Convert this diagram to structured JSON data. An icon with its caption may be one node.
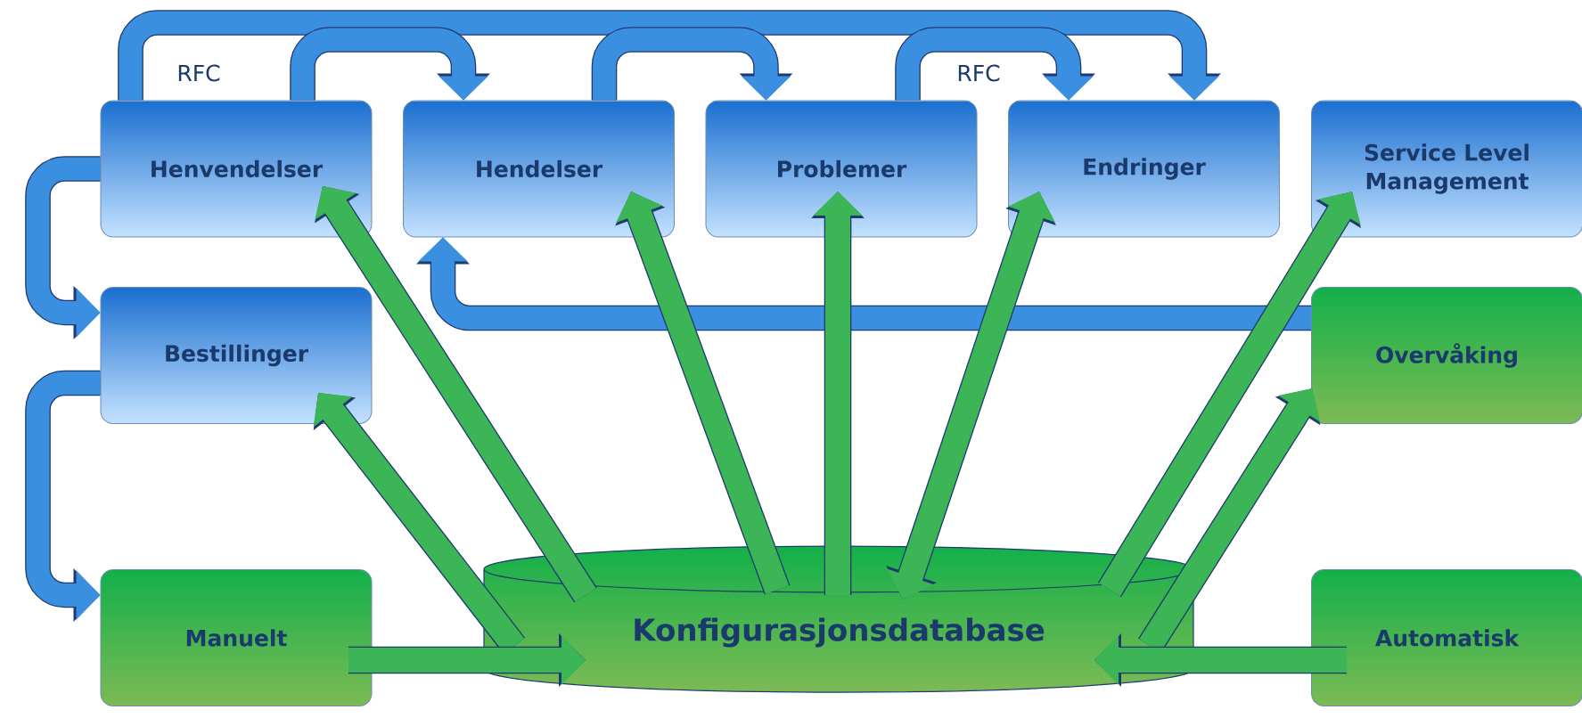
{
  "diagram": {
    "nodes": [
      {
        "text": [
          "Henvendelser"
        ]
      },
      {
        "text": [
          "Hendelser"
        ]
      },
      {
        "text": [
          "Problemer"
        ]
      },
      {
        "text": [
          "Endringer"
        ]
      },
      {
        "text": [
          "Service Level Management"
        ]
      },
      {
        "text": [
          "Bestillinger"
        ]
      },
      {
        "text": [
          "Overvåking"
        ]
      },
      {
        "text": [
          "Manuelt"
        ]
      },
      {
        "text": [
          "Konfigurasjonsdatabase"
        ]
      },
      {
        "text": [
          "Automatisk"
        ]
      }
    ],
    "edges": [
      {
        "from": 0,
        "to": 3,
        "arrow": "to",
        "label": "RFC",
        "color": "#3b8fe0"
      },
      {
        "from": 0,
        "to": 1,
        "arrow": "to",
        "color": "#3b8fe0"
      },
      {
        "from": 1,
        "to": 2,
        "arrow": "to",
        "color": "#3b8fe0"
      },
      {
        "from": 2,
        "to": 3,
        "arrow": "to",
        "label": "RFC",
        "color": "#3b8fe0"
      },
      {
        "from": 0,
        "to": 5,
        "arrow": "to",
        "color": "#3b8fe0"
      },
      {
        "from": 5,
        "to": 7,
        "arrow": "to",
        "color": "#3b8fe0"
      },
      {
        "from": 6,
        "to": 1,
        "arrow": "to",
        "color": "#3b8fe0"
      },
      {
        "from": 8,
        "to": 0,
        "arrow": "to"
      },
      {
        "from": 8,
        "to": 5,
        "arrow": "to"
      },
      {
        "from": 8,
        "to": 1,
        "arrow": "to"
      },
      {
        "from": 8,
        "to": 2,
        "arrow": "to"
      },
      {
        "from": 3,
        "to": 8,
        "arrow": "both"
      },
      {
        "from": 8,
        "to": 4,
        "arrow": "to"
      },
      {
        "from": 8,
        "to": 6,
        "arrow": "to"
      },
      {
        "from": 7,
        "to": 8,
        "arrow": "to"
      },
      {
        "from": 9,
        "to": 8,
        "arrow": "to"
      }
    ]
  }
}
